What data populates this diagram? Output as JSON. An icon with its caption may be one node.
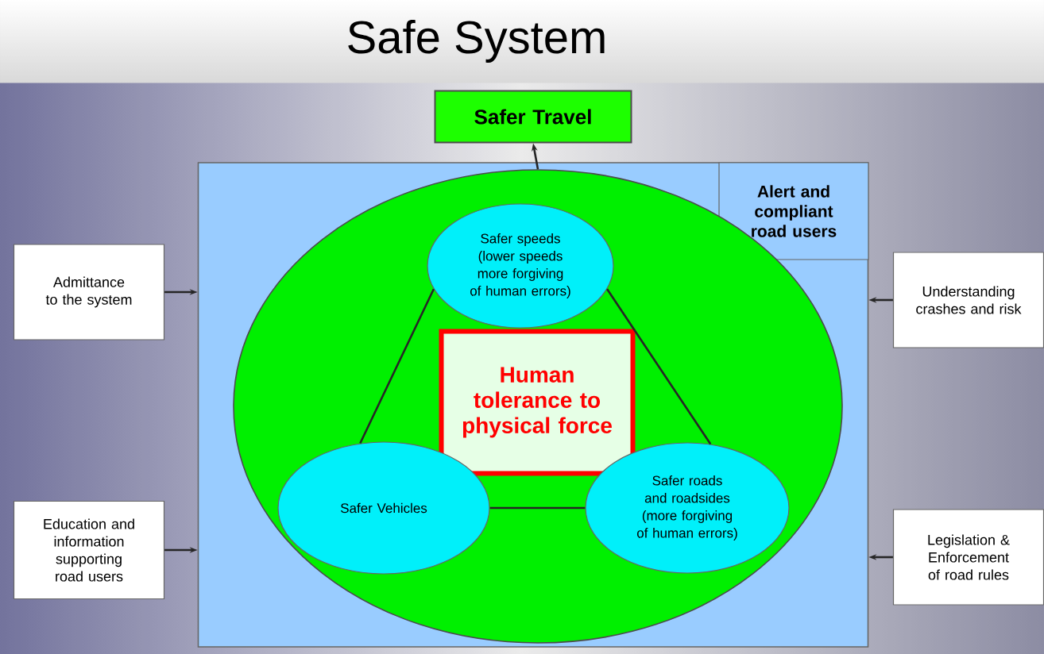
{
  "diagram": {
    "title": "Safe System",
    "nodes": [
      {
        "text": [
          "Safer Travel"
        ]
      },
      {
        "text": [
          "Admittance to the system"
        ]
      },
      {
        "text": [
          "Education and information supporting road users"
        ]
      },
      {
        "text": [],
        "shape": "box"
      },
      {
        "text": [
          "Alert and compliant road users"
        ],
        "in": 3
      },
      {
        "text": [],
        "shape": "circle",
        "in": 3
      },
      {
        "text": [
          "Safer speeds (lower speeds more forgiving of human errors)"
        ],
        "in": 5
      },
      {
        "text": [
          "Human tolerance to physical force"
        ],
        "in": 5
      },
      {
        "text": [
          "Safer Vehicles"
        ],
        "in": 5
      },
      {
        "text": [
          "Safer roads and roadsides (more forgiving of human errors)"
        ],
        "in": 5
      },
      {
        "text": [
          "Understanding crashes and risk"
        ]
      },
      {
        "text": [
          "Legislation & Enforcement of road rules"
        ]
      }
    ],
    "edges": [
      {
        "from": 5,
        "to": 0,
        "arrow": "to"
      },
      {
        "from": 1,
        "to": 3,
        "arrow": "to"
      },
      {
        "from": 2,
        "to": 3,
        "arrow": "to"
      },
      {
        "from": 10,
        "to": 3,
        "arrow": "to"
      },
      {
        "from": 11,
        "to": 3,
        "arrow": "to"
      },
      {
        "from": 6,
        "to": 8,
        "arrow": "none"
      },
      {
        "from": 6,
        "to": 9,
        "arrow": "none"
      },
      {
        "from": 8,
        "to": 9,
        "arrow": "none"
      }
    ]
  }
}
